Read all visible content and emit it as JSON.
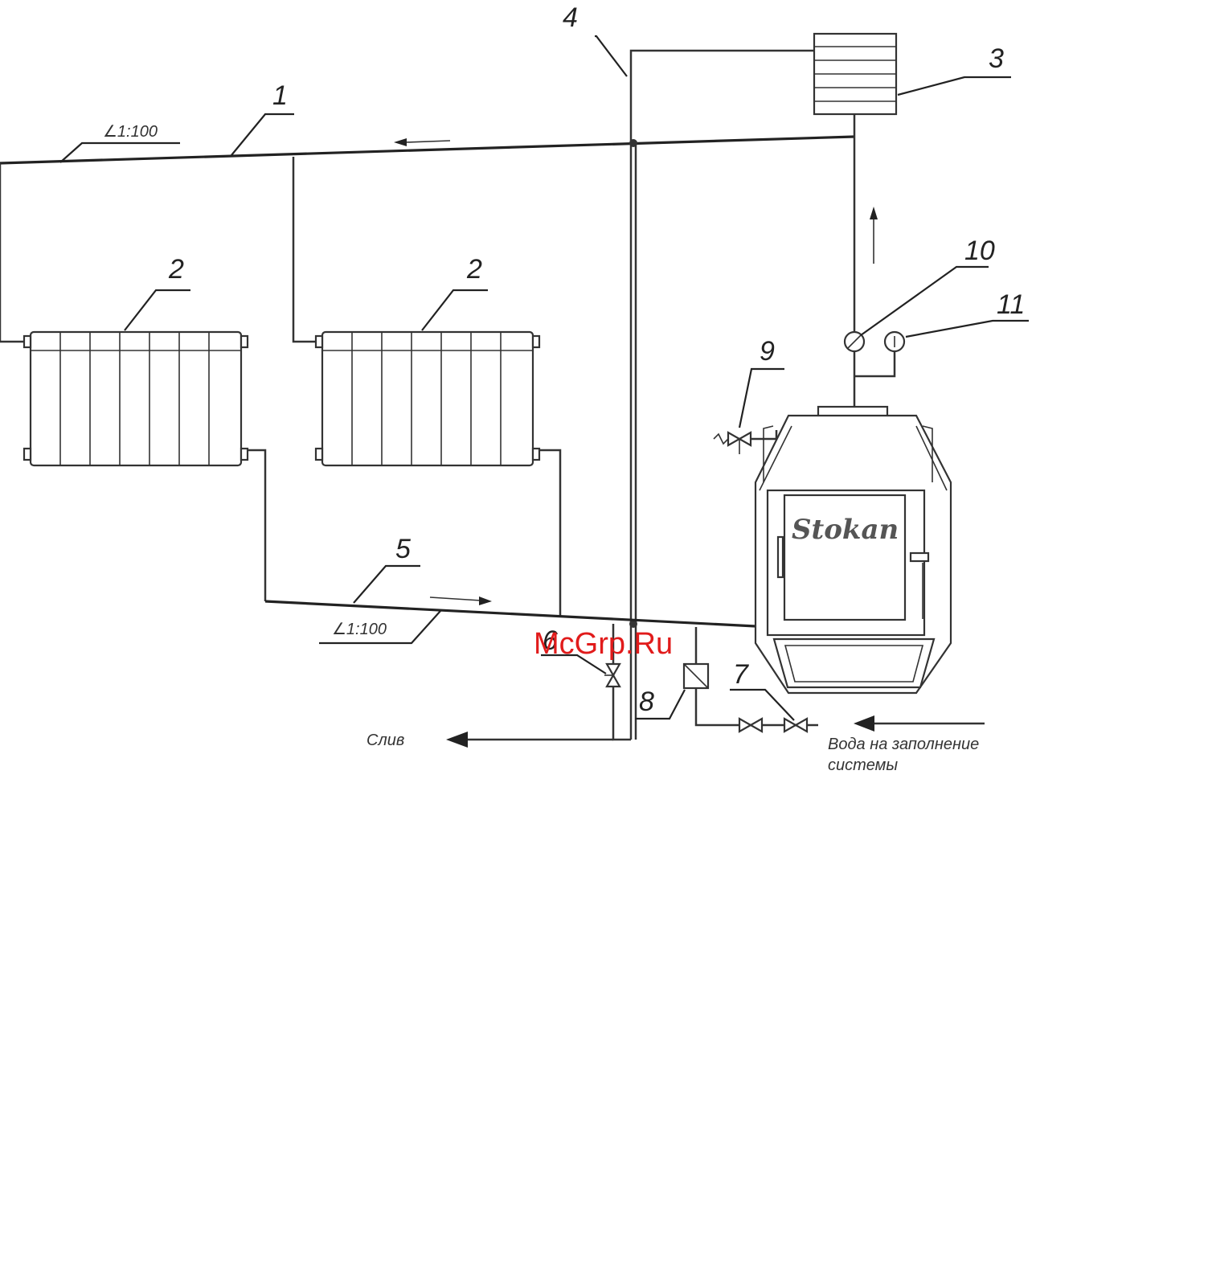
{
  "diagram": {
    "callouts": {
      "supply_pipe": "1",
      "radiator": "2",
      "expansion_tank": "3",
      "riser": "4",
      "return_pipe": "5",
      "drain_valve": "6",
      "fill_valve": "7",
      "filter": "8",
      "safety_valve": "9",
      "thermometer": "10",
      "pressure_gauge": "11"
    },
    "slope_upper": "∠1:100",
    "slope_lower": "∠1:100",
    "drain_label": "Слив",
    "fill_label_line1": "Вода на заполнение",
    "fill_label_line2": "системы",
    "boiler_brand": "Stokan",
    "watermark": "McGrp.Ru"
  },
  "colors": {
    "line": "#333333",
    "watermark": "#e11b1b",
    "background": "#ffffff"
  }
}
